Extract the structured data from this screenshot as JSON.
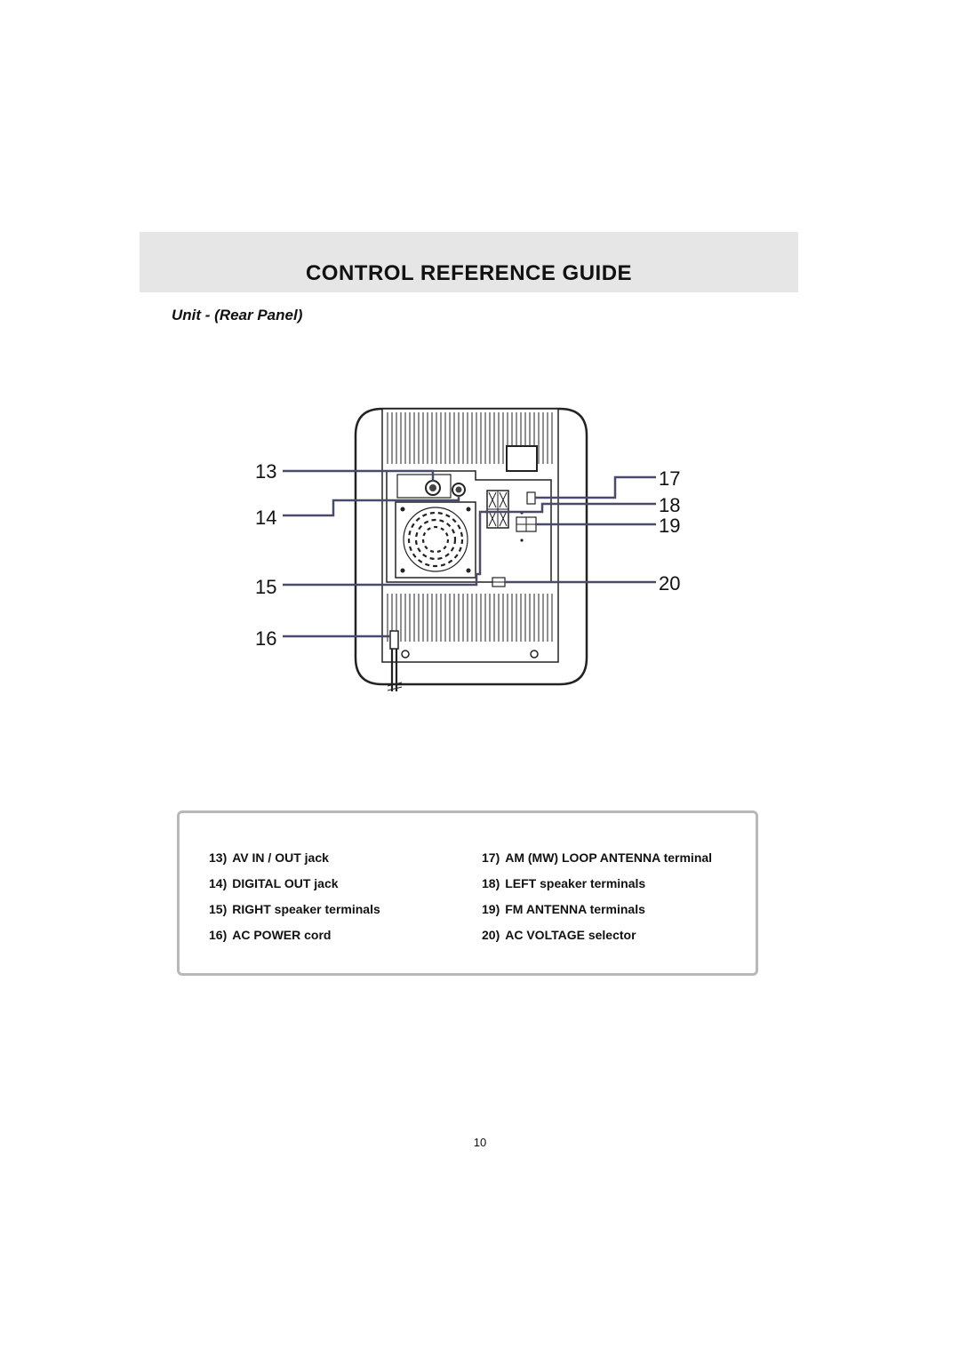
{
  "header": {
    "title": "CONTROL REFERENCE GUIDE"
  },
  "section": {
    "subtitle": "Unit - (Rear Panel)"
  },
  "callouts": {
    "c13": "13",
    "c14": "14",
    "c15": "15",
    "c16": "16",
    "c17": "17",
    "c18": "18",
    "c19": "19",
    "c20": "20"
  },
  "legend": {
    "left": [
      {
        "num": "13)",
        "label": "AV IN / OUT jack"
      },
      {
        "num": "14)",
        "label": "DIGITAL OUT jack"
      },
      {
        "num": "15)",
        "label": "RIGHT speaker terminals"
      },
      {
        "num": "16)",
        "label": "AC POWER cord"
      }
    ],
    "right": [
      {
        "num": "17)",
        "label": "AM (MW) LOOP ANTENNA terminal"
      },
      {
        "num": "18)",
        "label": "LEFT speaker terminals"
      },
      {
        "num": "19)",
        "label": "FM ANTENNA terminals"
      },
      {
        "num": "20)",
        "label": "AC VOLTAGE selector"
      }
    ]
  },
  "footer": {
    "page_number": "10"
  },
  "colors": {
    "title_band": "#e6e6e6",
    "legend_border": "#b8b8b8",
    "leader_line": "#4a4a6a"
  }
}
